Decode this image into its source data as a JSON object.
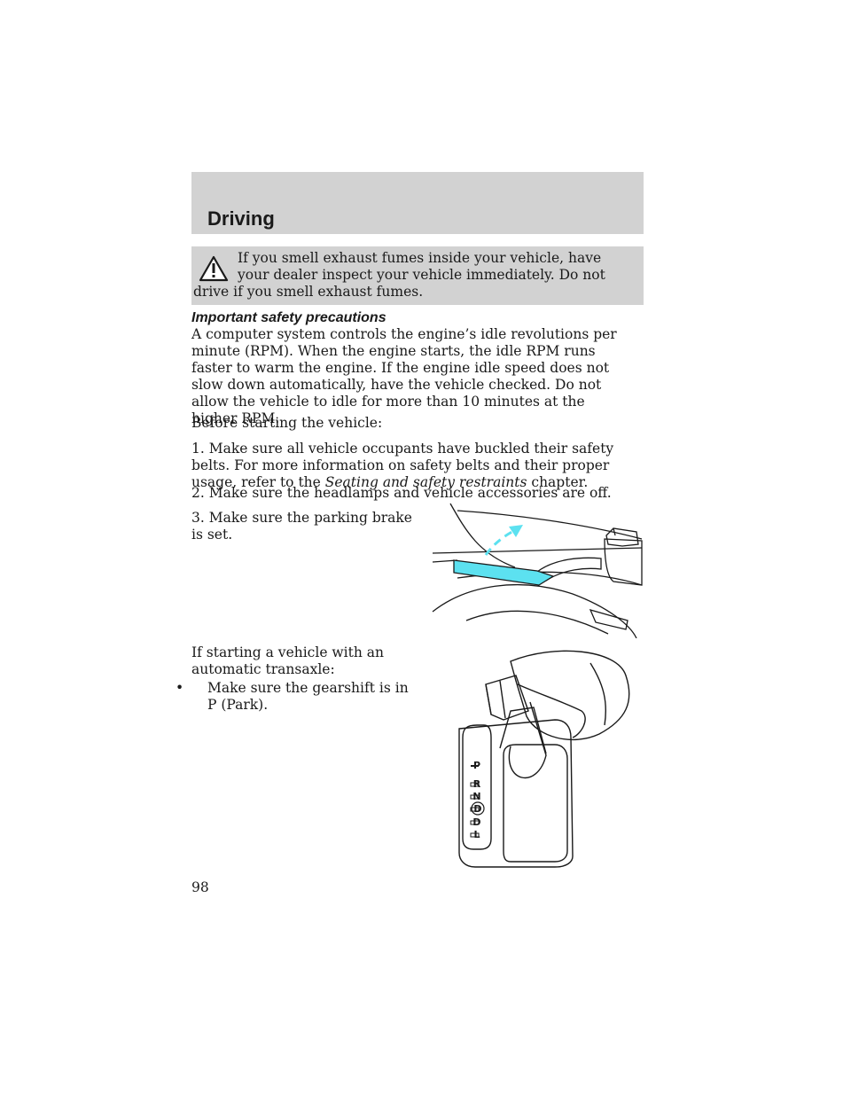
{
  "header": {
    "title": "Driving"
  },
  "warning": {
    "icon": "warning-triangle-icon",
    "text": "If you smell exhaust fumes inside your vehicle, have your dealer inspect your vehicle immediately. Do not drive if you smell exhaust fumes."
  },
  "section": {
    "heading": "Important safety precautions"
  },
  "body": {
    "p1": "A computer system controls the engine’s idle revolutions per minute (RPM). When the engine starts, the idle RPM runs faster to warm the engine. If the engine idle speed does not slow down automatically, have the vehicle checked. Do not allow the vehicle to idle for more than 10 minutes at the higher RPM.",
    "p2": "Before starting the vehicle:",
    "step1_text": "1. Make sure all vehicle occupants have buckled their safety belts. For more information on safety belts and their proper usage, refer to the",
    "step1_ref": "Seating and safety restraints",
    "step1_suffix": "chapter.",
    "step2": "2. Make sure the headlamps and vehicle accessories are off.",
    "step3": "3. Make sure the parking brake is set.",
    "auto_intro": "If starting a vehicle with an automatic transaxle:",
    "bullet_symbol": "•",
    "bullet1": "Make sure the gearshift is in P (Park)."
  },
  "gear_labels": [
    "P",
    "R",
    "N",
    "D",
    "D",
    "L"
  ],
  "page_number": "98",
  "colors": {
    "accent": "#5ce1f0",
    "shade": "#d2d2d2"
  }
}
